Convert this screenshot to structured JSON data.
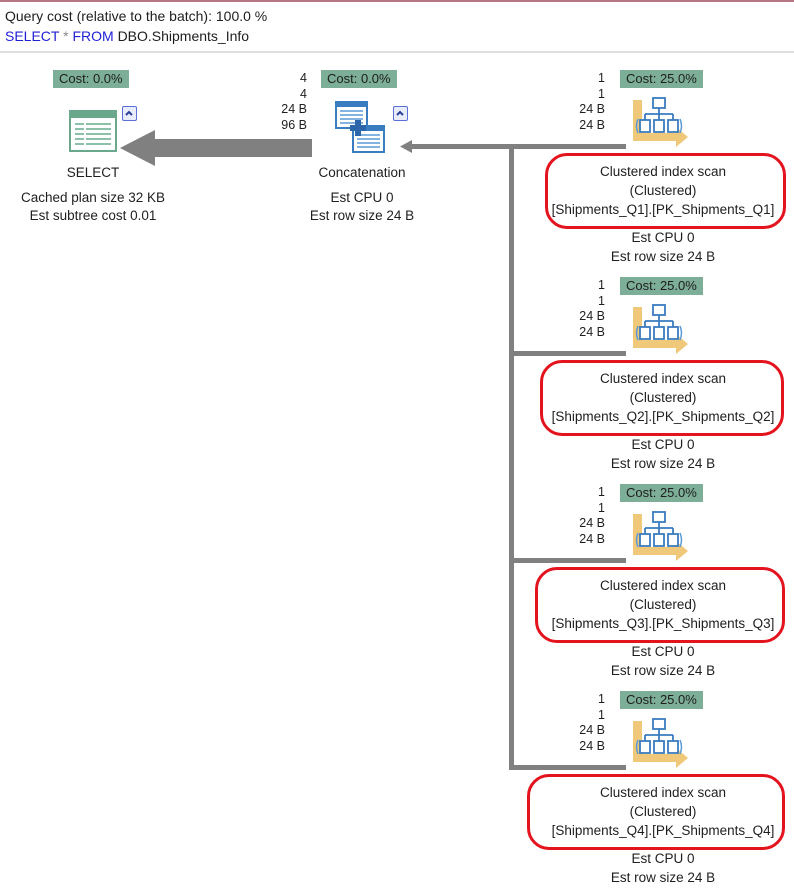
{
  "header": {
    "query_cost": "Query cost (relative to the batch):  100.0 %",
    "sql_select": "SELECT",
    "sql_star": "*",
    "sql_from": "FROM",
    "sql_table": "DBO.Shipments_Info"
  },
  "colors": {
    "cost_badge": "#7dae97",
    "highlight_ring": "#e3141e",
    "keyword": "#1f1fd6",
    "connector": "#808080"
  },
  "select_node": {
    "icon": "select-result-icon",
    "cost": "Cost: 0.0%",
    "label": "SELECT",
    "line1": "Cached plan size  32 KB",
    "line2": "Est subtree cost  0.01"
  },
  "concat_node": {
    "icon": "concatenation-icon",
    "cost": "Cost: 0.0%",
    "label": "Concatenation",
    "line1": "Est CPU  0",
    "line2": "Est row size  24 B",
    "edge_stats": [
      "4",
      "4",
      "24 B",
      "96 B"
    ]
  },
  "scan_nodes": [
    {
      "icon": "clustered-index-scan-icon",
      "cost": "Cost: 25.0%",
      "title": "Clustered index scan",
      "subtitle": "(Clustered)",
      "object": "[Shipments_Q1].[PK_Shipments_Q1]",
      "line1": "Est CPU  0",
      "line2": "Est row size  24 B",
      "edge_stats": [
        "1",
        "1",
        "24 B",
        "24 B"
      ]
    },
    {
      "icon": "clustered-index-scan-icon",
      "cost": "Cost: 25.0%",
      "title": "Clustered index scan",
      "subtitle": "(Clustered)",
      "object": "[Shipments_Q2].[PK_Shipments_Q2]",
      "line1": "Est CPU  0",
      "line2": "Est row size  24 B",
      "edge_stats": [
        "1",
        "1",
        "24 B",
        "24 B"
      ]
    },
    {
      "icon": "clustered-index-scan-icon",
      "cost": "Cost: 25.0%",
      "title": "Clustered index scan",
      "subtitle": "(Clustered)",
      "object": "[Shipments_Q3].[PK_Shipments_Q3]",
      "line1": "Est CPU  0",
      "line2": "Est row size  24 B",
      "edge_stats": [
        "1",
        "1",
        "24 B",
        "24 B"
      ]
    },
    {
      "icon": "clustered-index-scan-icon",
      "cost": "Cost: 25.0%",
      "title": "Clustered index scan",
      "subtitle": "(Clustered)",
      "object": "[Shipments_Q4].[PK_Shipments_Q4]",
      "line1": "Est CPU  0",
      "line2": "Est row size  24 B",
      "edge_stats": [
        "1",
        "1",
        "24 B",
        "24 B"
      ]
    }
  ]
}
